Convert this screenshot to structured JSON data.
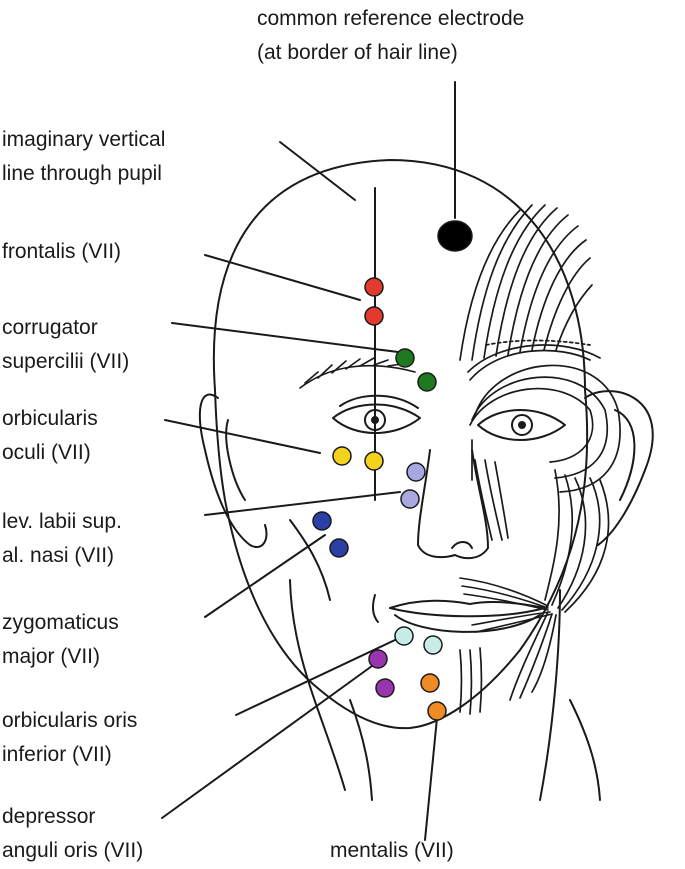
{
  "labels": {
    "reference": {
      "line1": "common reference electrode",
      "line2": "(at border of hair line)"
    },
    "pupil_line": {
      "line1": "imaginary vertical",
      "line2": "line through pupil"
    },
    "frontalis": {
      "line1": "frontalis (VII)"
    },
    "corrugator": {
      "line1": "corrugator",
      "line2": "supercilii (VII)"
    },
    "orbicularis_oculi": {
      "line1": "orbicularis",
      "line2": "oculi (VII)"
    },
    "levator": {
      "line1": "lev. labii sup.",
      "line2": "al. nasi (VII)"
    },
    "zygomaticus": {
      "line1": "zygomaticus",
      "line2": "major (VII)"
    },
    "orbicularis_oris": {
      "line1": "orbicularis oris",
      "line2": "inferior (VII)"
    },
    "depressor": {
      "line1": "depressor",
      "line2": "anguli oris (VII)"
    },
    "mentalis": {
      "line1": "mentalis (VII)"
    }
  },
  "electrode_colors": {
    "reference": "#000000",
    "frontalis": "#e23a2f",
    "corrugator": "#1e7a1e",
    "orbicularis_oculi": "#f5d31c",
    "levator": "#a9a8e0",
    "zygomaticus": "#2b3fa5",
    "orbicularis_oris": "#c8ece8",
    "depressor": "#9a35b0",
    "mentalis": "#f08a24"
  }
}
